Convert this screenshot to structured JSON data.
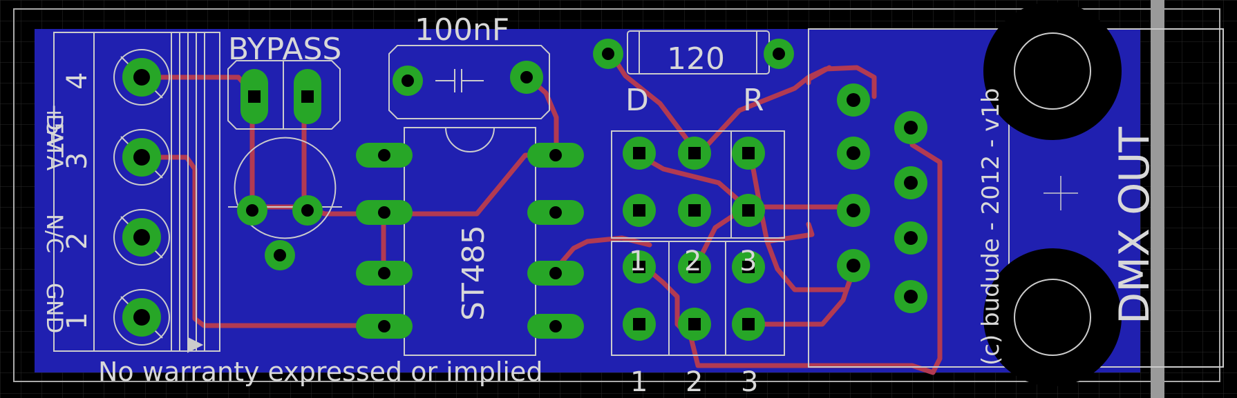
{
  "labels": {
    "bypass": "BYPASS",
    "cap": "100nF",
    "res": "120",
    "ic": "ST485",
    "d": "D",
    "r": "R",
    "jumper_nums": [
      "1",
      "2",
      "3"
    ],
    "bottom_nums": [
      "1",
      "2",
      "3"
    ],
    "terminal_nums": [
      "4",
      "3",
      "2",
      "1"
    ],
    "terminal_signals": [
      "+5V",
      "DATA",
      "N/C",
      "GND"
    ],
    "warranty": "No warranty expressed or implied",
    "credit": "(c) budude - 2012 - v1b",
    "dmx": "DMX OUT"
  },
  "colors": {
    "background": "#000000",
    "grid": "#2a2a2a",
    "copper_pour": "#2020b0",
    "trace": "#b0304a",
    "pad": "#26a826",
    "silkscreen": "#d0d0d0",
    "drill": "#000000"
  }
}
